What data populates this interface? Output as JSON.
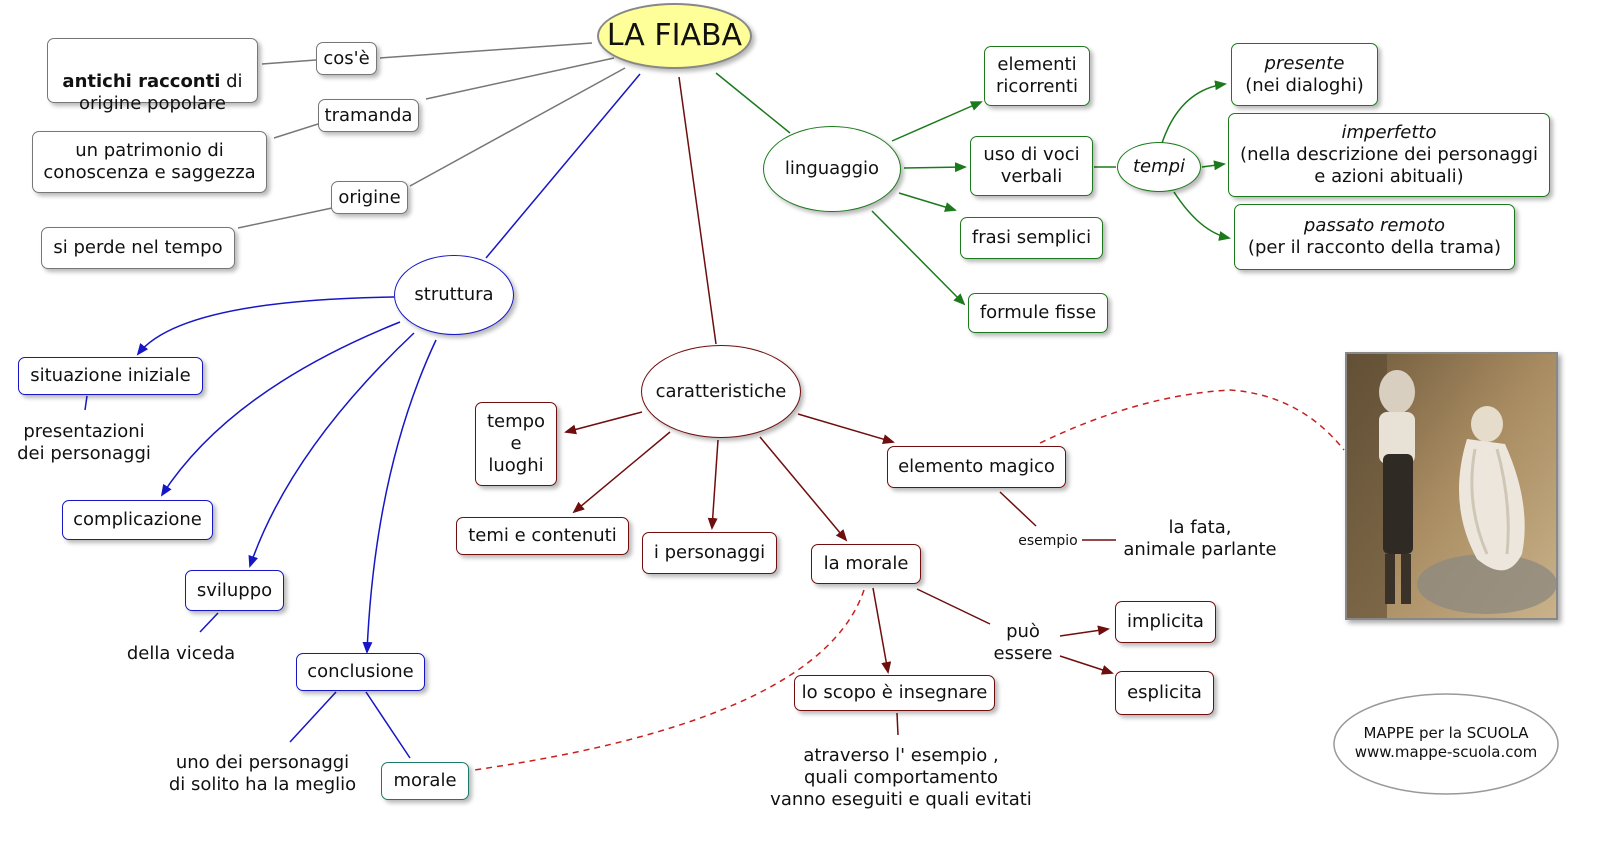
{
  "title": "LA FIABA",
  "left": {
    "cose": "cos'è",
    "antichi_bold": "antichi racconti",
    "antichi_rest": " di\norigine popolare",
    "tramanda": "tramanda",
    "patrimonio": "un patrimonio di\nconoscenza e saggezza",
    "origine": "origine",
    "siperde": "si perde nel tempo"
  },
  "struttura": {
    "label": "struttura",
    "situazione": "situazione iniziale",
    "presentazioni": "presentazioni\ndei personaggi",
    "complicazione": "complicazione",
    "sviluppo": "sviluppo",
    "vicenda": "della viceda",
    "conclusione": "conclusione",
    "unodei": "uno dei personaggi\ndi solito ha la meglio",
    "morale": "morale"
  },
  "caratteristiche": {
    "label": "caratteristiche",
    "tempo": "tempo\ne\nluoghi",
    "temi": "temi e contenuti",
    "personaggi": "i personaggi",
    "lamorale": "la morale",
    "elemento": "elemento magico",
    "esempio": "esempio",
    "fata": "la fata,\nanimale parlante",
    "scopo": "lo scopo è insegnare",
    "attraverso": "atraverso l' esempio ,\nquali comportamento\nvanno eseguiti e quali evitati",
    "puo": "può\nessere",
    "implicita": "implicita",
    "esplicita": "esplicita"
  },
  "linguaggio": {
    "label": "linguaggio",
    "elementi": "elementi\nricorrenti",
    "voci": "uso di voci\nverbali",
    "frasi": "frasi semplici",
    "formule": "formule fisse",
    "tempi": "tempi",
    "presente": "presente",
    "presente_sub": "(nei dialoghi)",
    "imperfetto": "imperfetto",
    "imperfetto_sub": "(nella descrizione dei personaggi\ne azioni abituali)",
    "passato": "passato  remoto",
    "passato_sub": "(per il racconto della trama)"
  },
  "credit": "MAPPE per la SCUOLA\nwww.mappe-scuola.com",
  "colors": {
    "title_fill": "#ffff99",
    "gray": "#777777",
    "blue": "#1616c6",
    "red": "#6e0e0e",
    "green": "#1c7a1c",
    "dashed": "#c82020"
  }
}
